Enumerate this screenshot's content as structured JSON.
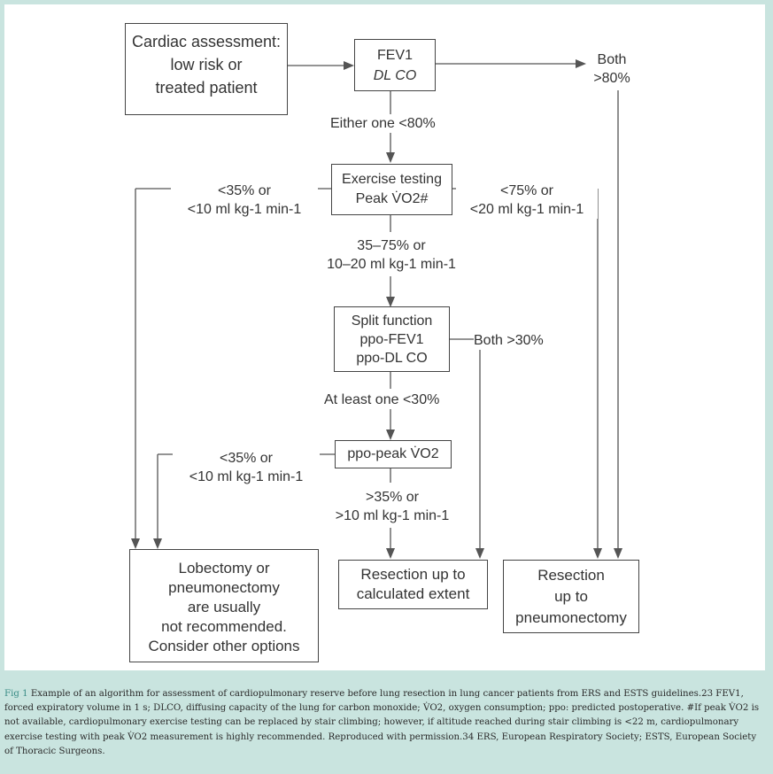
{
  "boxes": {
    "cardiac": [
      "Cardiac assessment:",
      "low risk or",
      "treated patient"
    ],
    "fev": [
      "FEV1",
      "DL CO"
    ],
    "exercise": [
      "Exercise testing",
      "Peak V̇O2#"
    ],
    "split": [
      "Split function",
      "ppo-FEV1",
      "ppo-DL CO"
    ],
    "ppo_peak": [
      "ppo-peak V̇O2"
    ],
    "lobectomy": [
      "Lobectomy or",
      "pneumonectomy",
      "are usually",
      "not recommended.",
      "Consider other options"
    ],
    "calc": [
      "Resection up to",
      "calculated extent"
    ],
    "pneumo": [
      "Resection",
      "up to",
      "pneumonectomy"
    ]
  },
  "labels": {
    "both80": [
      "Both",
      ">80%"
    ],
    "either80": [
      "Either one <80%"
    ],
    "left35_top": [
      "<35% or",
      "<10 ml  kg-1 min-1"
    ],
    "right75": [
      "<75% or",
      "<20 ml  kg-1 min-1"
    ],
    "mid35_75": [
      "35–75% or",
      "10–20 ml  kg-1 min-1"
    ],
    "both30": [
      "Both >30%"
    ],
    "atleast30": [
      "At least one <30%"
    ],
    "left35_bottom": [
      "<35% or",
      "<10 ml  kg-1 min-1"
    ],
    "gt35": [
      ">35% or",
      ">10 ml  kg-1 min-1"
    ]
  },
  "caption": {
    "fig_label": "Fig 1",
    "text": " Example of an algorithm for assessment of cardiopulmonary reserve before lung resection in lung cancer patients from ERS and ESTS guidelines.23 FEV1, forced expiratory volume in 1 s; DLCO, diffusing capacity of the lung for carbon monoxide; V̇O2, oxygen consumption; ppo: predicted postoperative. #If peak V̇O2 is not available, cardiopulmonary exercise testing can be replaced by stair climbing; however, if altitude reached during stair climbing is <22 m, cardiopulmonary exercise testing with peak V̇O2 measurement is highly recommended. Reproduced with permission.34 ERS, European Respiratory Society; ESTS, European Society of Thoracic Surgeons."
  },
  "colors": {
    "background": "#c9e4df",
    "panel": "#ffffff",
    "line": "#555555",
    "caption_label": "#3a8c86"
  }
}
